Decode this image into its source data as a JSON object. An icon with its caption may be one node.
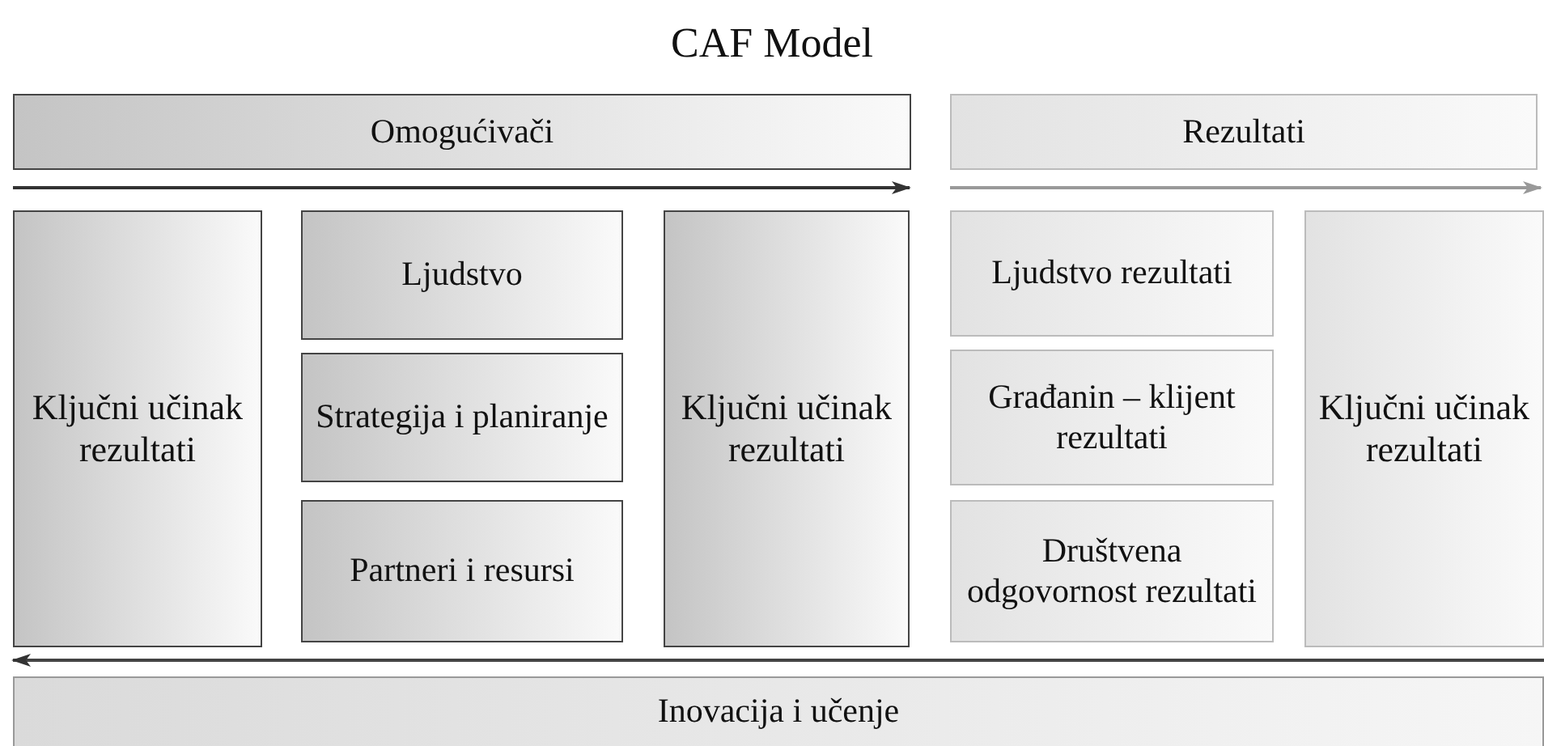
{
  "diagram": {
    "title": "CAF Model",
    "nodes": [
      {
        "text": [
          "Omogućivači"
        ]
      },
      {
        "text": [
          "Rezultati"
        ]
      },
      {
        "text": [
          "Ključni učinak rezultati"
        ]
      },
      {
        "text": [
          "Ljudstvo"
        ]
      },
      {
        "text": [
          "Strategija i planiranje"
        ]
      },
      {
        "text": [
          "Partneri i resursi"
        ]
      },
      {
        "text": [
          "Ključni učinak rezultati"
        ]
      },
      {
        "text": [
          "Ljudstvo rezultati"
        ]
      },
      {
        "text": [
          "Građanin – klijent rezultati"
        ]
      },
      {
        "text": [
          "Društvena odgovornost rezultati"
        ]
      },
      {
        "text": [
          "Ključni učinak rezultati"
        ]
      },
      {
        "text": [
          "Inovacija i učenje"
        ]
      }
    ],
    "edges": []
  }
}
